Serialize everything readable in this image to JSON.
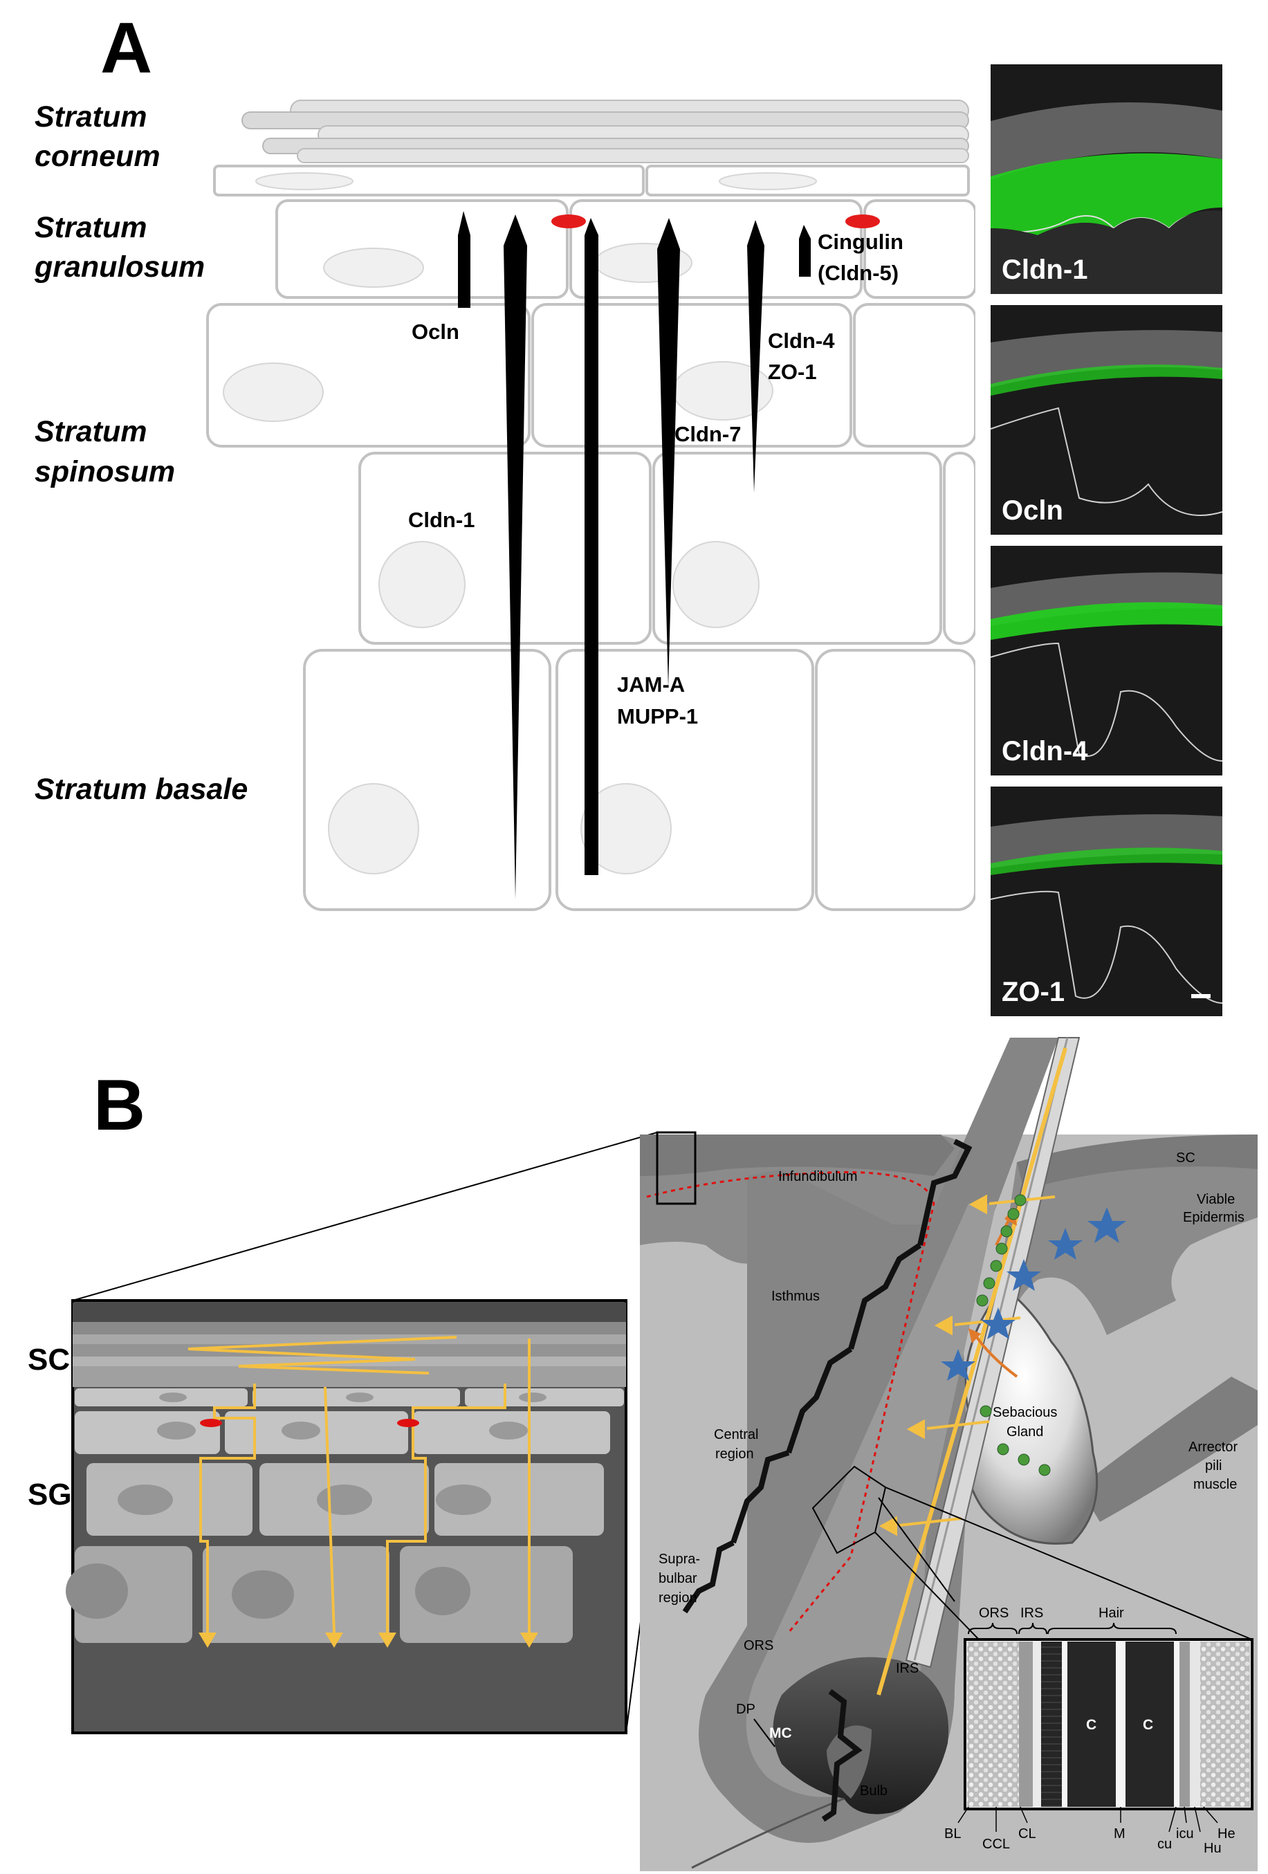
{
  "panel_a": {
    "letter": "A",
    "layers": {
      "corneum_line1": "Stratum",
      "corneum_line2": "corneum",
      "granulosum_line1": "Stratum",
      "granulosum_line2": "granulosum",
      "spinosum_line1": "Stratum",
      "spinosum_line2": "spinosum",
      "basale": "Stratum basale"
    },
    "proteins": {
      "ocln": "Ocln",
      "cldn1": "Cldn-1",
      "jama": "JAM-A",
      "mupp1": "MUPP-1",
      "cldn7": "Cldn-7",
      "cldn4": "Cldn-4",
      "zo1": "ZO-1",
      "cingulin": "Cingulin",
      "cldn5": "(Cldn-5)"
    },
    "micrographs": [
      "Cldn-1",
      "Ocln",
      "Cldn-4",
      "ZO-1"
    ],
    "colors": {
      "tight_junction": "#e41b1b",
      "stain": "#22d11e",
      "cell_outline": "#c2c2c2"
    }
  },
  "panel_b": {
    "letter": "B",
    "side_labels": {
      "sc": "SC",
      "sg": "SG"
    },
    "regions": {
      "sc": "SC",
      "viable1": "Viable",
      "viable2": "Epidermis",
      "infundibulum": "Infundibulum",
      "isthmus": "Isthmus",
      "central1": "Central",
      "central2": "region",
      "supra1": "Supra-",
      "supra2": "bulbar",
      "supra3": "region",
      "ors": "ORS",
      "irs": "IRS",
      "dp": "DP",
      "mc": "MC",
      "bulb": "Bulb",
      "seb1": "Sebacious",
      "seb2": "Gland",
      "arr1": "Arrector",
      "arr2": "pili",
      "arr3": "muscle"
    },
    "inset": {
      "top": {
        "ors": "ORS",
        "irs": "IRS",
        "hair": "Hair"
      },
      "c1": "C",
      "c2": "C",
      "bottom": {
        "bl": "BL",
        "ccl": "CCL",
        "cl": "CL",
        "m": "M",
        "cu": "cu",
        "icu": "icu",
        "he": "He",
        "hu": "Hu"
      }
    },
    "colors": {
      "penetration_path": "#f4c042",
      "sebum_arrow": "#e07a2a",
      "star": "#3a6fb4",
      "droplet": "#4a9a3a",
      "tj_line": "#e01010"
    }
  }
}
